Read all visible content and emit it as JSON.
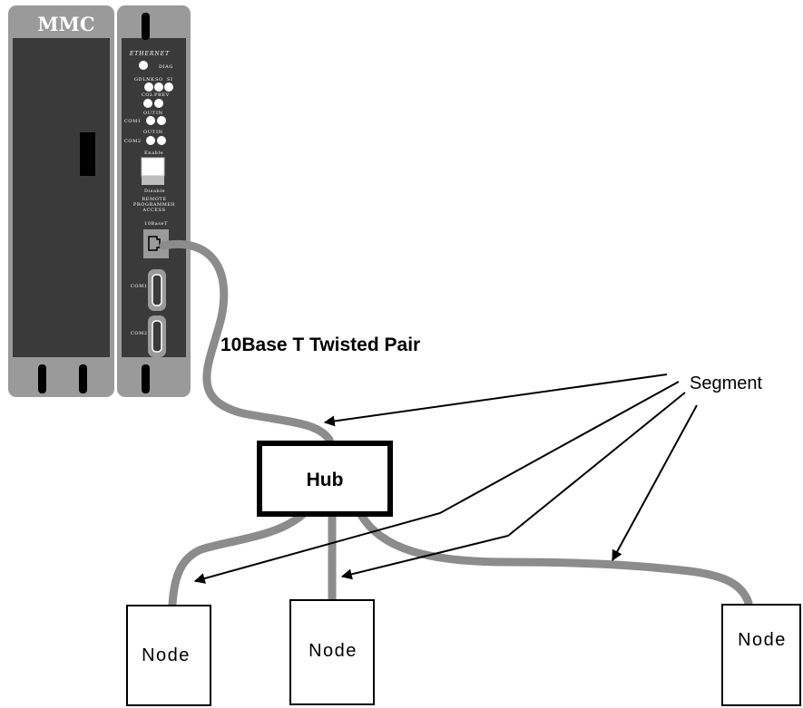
{
  "mmc": {
    "title": "MMC",
    "ethernet": "ETHERNET",
    "diag": "DIAG",
    "gdlnk": "GDLNK",
    "so": "SO",
    "si": "SI",
    "col": "COL",
    "prev": "PREV",
    "out1": "OUT",
    "in1": "IN",
    "com1_led": "COM1",
    "out2": "OUT",
    "in2": "IN",
    "com2_led": "COM2",
    "enable": "Enable",
    "disable": "Disable",
    "remote1": "REMOTE",
    "remote2": "PROGRAMMER",
    "remote3": "ACCESS",
    "port_10baset": "10BaseT",
    "com1_port": "COM1",
    "com2_port": "COM2"
  },
  "labels": {
    "cable": "10Base T Twisted Pair",
    "segment": "Segment",
    "hub": "Hub",
    "node1": "Node",
    "node2": "Node",
    "node3": "Node"
  },
  "colors": {
    "module_body": "#3a3a3a",
    "module_frame": "#9a9a9a",
    "cable": "#8c8c8c"
  }
}
